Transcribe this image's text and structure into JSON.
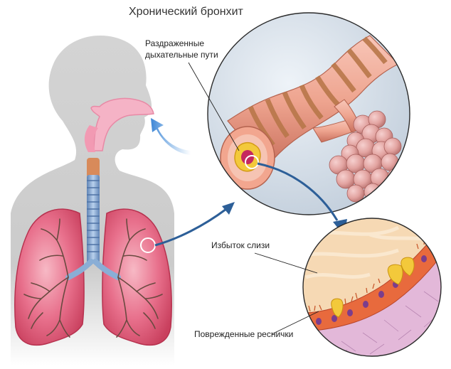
{
  "title": "Хронический бронхит",
  "labels": {
    "airways_line1": "Раздраженные",
    "airways_line2": "дыхательные пути",
    "mucus": "Избыток слизи",
    "cilia": "Поврежденные реснички"
  },
  "colors": {
    "silhouette": "#c8c8c8",
    "lung": "#e0607e",
    "trachea": "#8aaed6",
    "airway_wall": "#eea48f",
    "airway_band": "#b8774a",
    "alveoli": "#e2a3a0",
    "mucus": "#f6d9b4",
    "tissue": "#e3b8d9",
    "arrow": "#2d5f98",
    "air_flow": "#5b9ee0"
  }
}
